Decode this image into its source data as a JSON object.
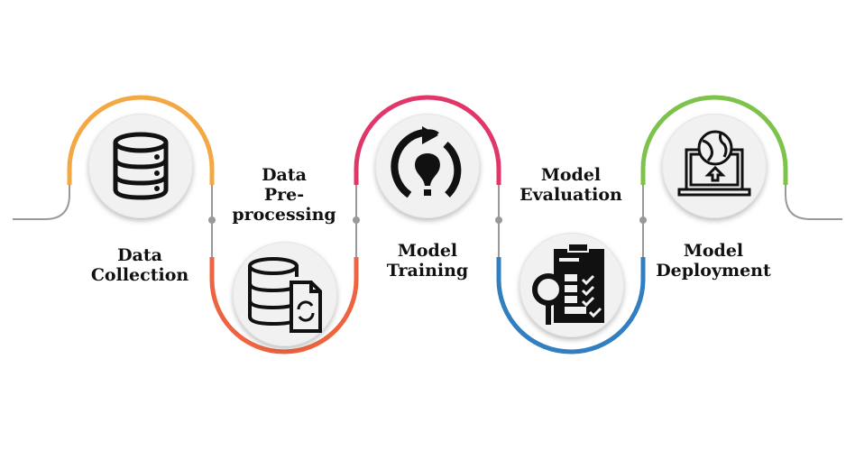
{
  "steps": [
    {
      "label_line1": "Data",
      "label_line2": "Collection",
      "icon": "database-icon",
      "color": "#f4a843"
    },
    {
      "label_line1": "Data",
      "label_line2": "Pre-",
      "label_line3": "processing",
      "icon": "database-file-sync-icon",
      "color": "#ef6440"
    },
    {
      "label_line1": "Model",
      "label_line2": "Training",
      "icon": "lightbulb-refresh-icon",
      "color": "#e0366a"
    },
    {
      "label_line1": "Model",
      "label_line2": "Evaluation",
      "icon": "clipboard-magnifier-checklist-icon",
      "color": "#2f7fc1"
    },
    {
      "label_line1": "Model",
      "label_line2": "Deployment",
      "icon": "laptop-globe-upload-icon",
      "color": "#7dc24b"
    }
  ],
  "connector_color": "#999999"
}
